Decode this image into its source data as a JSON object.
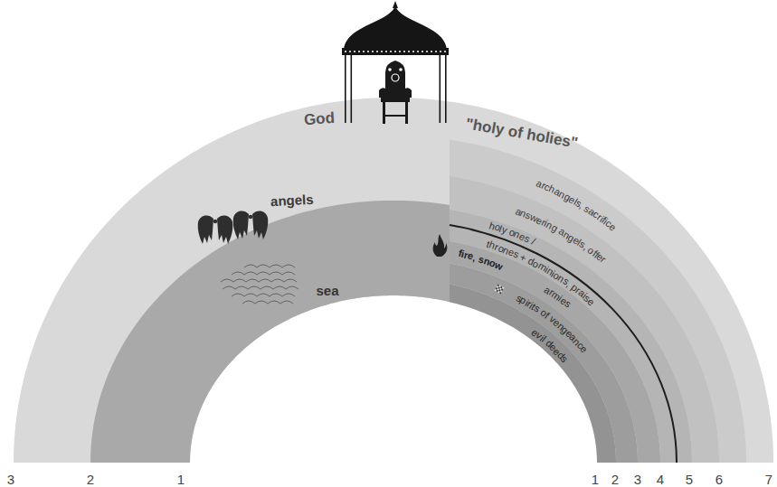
{
  "diagram": {
    "nodes": [
      {
        "text": [
          "angels"
        ]
      },
      {
        "text": [
          "sea"
        ]
      },
      {
        "text": [
          "archangels, sacrifice"
        ]
      },
      {
        "text": [
          "answering angels, offer"
        ]
      },
      {
        "text": [
          "holy ones /",
          "thrones + dominions, praise"
        ]
      },
      {
        "text": [
          "armies"
        ]
      },
      {
        "text": [
          "spirits of vengeance"
        ]
      },
      {
        "text": [
          "evil deeds"
        ]
      }
    ],
    "labels": [
      "God",
      "\"holy of holies\"",
      "fire, snow",
      "3",
      "2",
      "1",
      "1",
      "2",
      "3",
      "4",
      "5",
      "6",
      "7"
    ]
  }
}
